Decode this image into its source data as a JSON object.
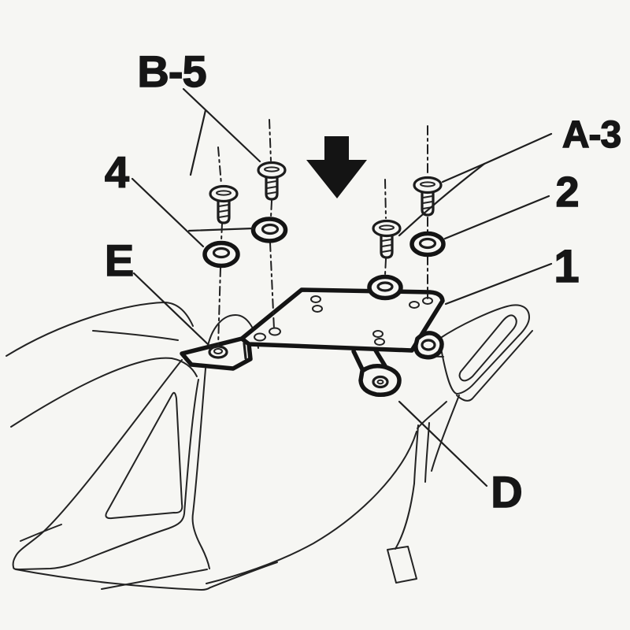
{
  "figure": {
    "background_color": "#f6f6f3",
    "ink_color": "#1c1c1c",
    "callouts": {
      "b5": {
        "text": "B-5"
      },
      "four": {
        "text": "4"
      },
      "e": {
        "text": "E"
      },
      "a3": {
        "text": "A-3"
      },
      "two": {
        "text": "2"
      },
      "one": {
        "text": "1"
      },
      "d": {
        "text": "D"
      }
    },
    "icons": {
      "insert_direction": "down-arrow"
    }
  }
}
